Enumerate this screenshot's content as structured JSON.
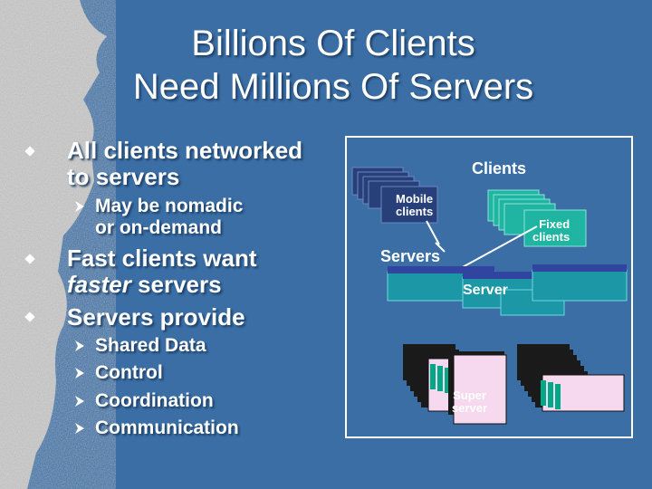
{
  "slide": {
    "title_line1": "Billions Of Clients",
    "title_line2": "Need Millions Of Servers"
  },
  "bullets": [
    {
      "line1": "All clients networked",
      "line2": "to servers"
    },
    {
      "line1": "Fast clients want",
      "line2_em": "faster",
      "line2_rest": " servers"
    },
    {
      "line1": "Servers provide"
    }
  ],
  "sub_bullets_first": [
    {
      "line1": "May be nomadic",
      "line2": "or on-demand"
    }
  ],
  "sub_bullets_last": [
    "Shared Data",
    "Control",
    "Coordination",
    "Communication"
  ],
  "diagram": {
    "clients_label": "Clients",
    "mobile_label_line1": "Mobile",
    "mobile_label_line2": "clients",
    "fixed_label_line1": "Fixed",
    "fixed_label_line2": "clients",
    "servers_label": "Servers",
    "server_label": "Server",
    "super_label_line1": "Super",
    "super_label_line2": "server"
  },
  "icons": {
    "main_bullet": "diamond-bullet-icon",
    "sub_bullet": "arrowhead-bullet-icon"
  },
  "colors": {
    "background": "#3a6ea5",
    "mobile_client": "#27407a",
    "fixed_client": "#1fb5a2",
    "server": "#1c97a6",
    "super_server_box": "#f6d9ee",
    "super_server_slot": "#00a887"
  }
}
